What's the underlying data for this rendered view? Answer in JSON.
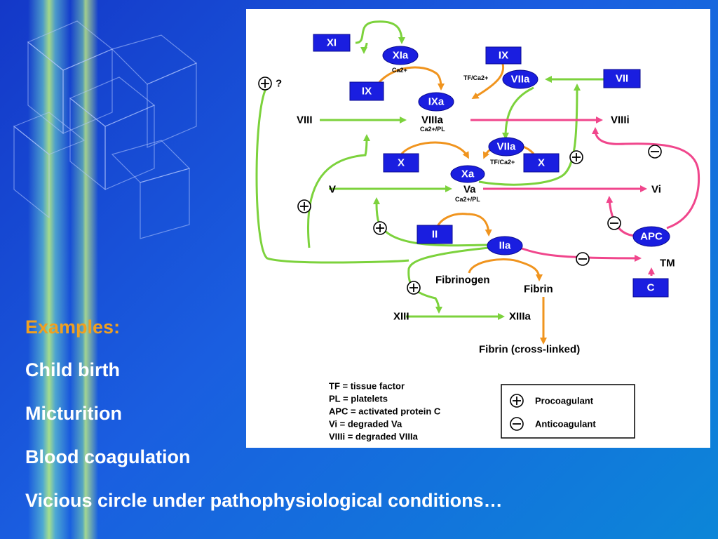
{
  "nodes": {
    "XI": "XI",
    "XIa": "XIa",
    "IX_top": "IX",
    "VIIa_top": "VIIa",
    "VII": "VII",
    "IX_left": "IX",
    "IXa": "IXa",
    "VIIa_mid": "VIIa",
    "X_left": "X",
    "X_right": "X",
    "Xa": "Xa",
    "II": "II",
    "IIa": "IIa",
    "APC": "APC",
    "C": "C"
  },
  "labels": {
    "q": "?",
    "ca_xia": "Ca2+",
    "tf_ca_top": "TF/Ca2+",
    "VIII": "VIII",
    "VIIIa": "VIIIa",
    "VIIIa_sub": "Ca2+/PL",
    "VIIIi": "VIIIi",
    "tf_ca_mid": "TF/Ca2+",
    "V": "V",
    "Va": "Va",
    "Va_sub": "Ca2+/PL",
    "Vi": "Vi",
    "TM": "TM",
    "Fibrinogen": "Fibrinogen",
    "Fibrin": "Fibrin",
    "XIII": "XIII",
    "XIIIa": "XIIIa",
    "Fibrin_cl": "Fibrin (cross-linked)"
  },
  "abbrev": [
    "TF = tissue factor",
    "PL = platelets",
    "APC = activated protein C",
    "Vi = degraded Va",
    "VIIIi = degraded VIIIa"
  ],
  "legend": {
    "pro": "Procoagulant",
    "anti": "Anticoagulant"
  },
  "colors": {
    "node": "#1a1ee0",
    "green_arrow": "#7cd23c",
    "orange_arrow": "#f0941e",
    "pink_arrow": "#f0468c",
    "heading": "#f0a020"
  },
  "side": {
    "heading": "Examples:",
    "items": [
      "Child birth",
      "Micturition",
      "Blood coagulation",
      "Vicious circle under pathophysiological conditions…"
    ]
  }
}
